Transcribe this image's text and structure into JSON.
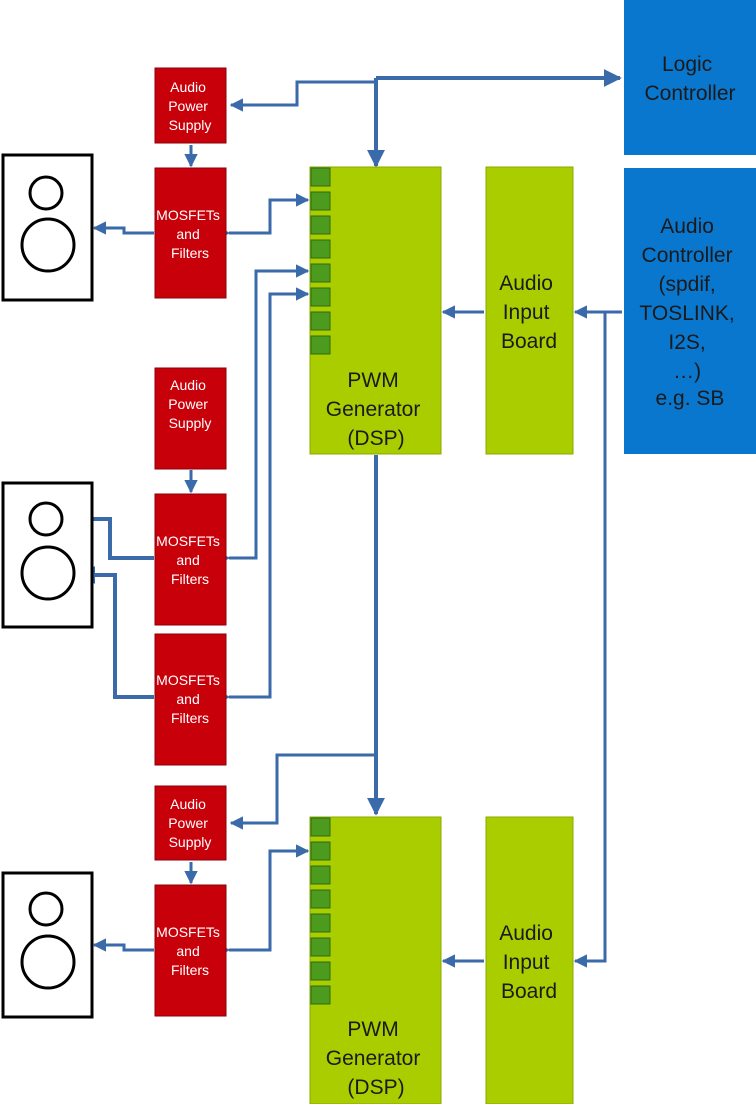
{
  "colors": {
    "blue_box": "#0a77cf",
    "red_box": "#c8000a",
    "green_box": "#aacd00",
    "pin": "#4c9a1e",
    "arrow": "#3a6aaa",
    "speaker_stroke": "#000000"
  },
  "logic_controller": [
    "Logic",
    "Controller"
  ],
  "audio_controller": [
    "Audio",
    "Controller",
    "(spdif,",
    "TOSLINK,",
    "I2S,",
    "…)",
    "e.g. SB"
  ],
  "audio_power_supply": [
    "Audio",
    "Power",
    "Supply"
  ],
  "mosfets_filters": [
    "MOSFETs",
    "and",
    "Filters"
  ],
  "audio_input_board": [
    "Audio",
    "Input",
    "Board"
  ],
  "pwm_generator": [
    "PWM",
    "Generator",
    "(DSP)"
  ]
}
